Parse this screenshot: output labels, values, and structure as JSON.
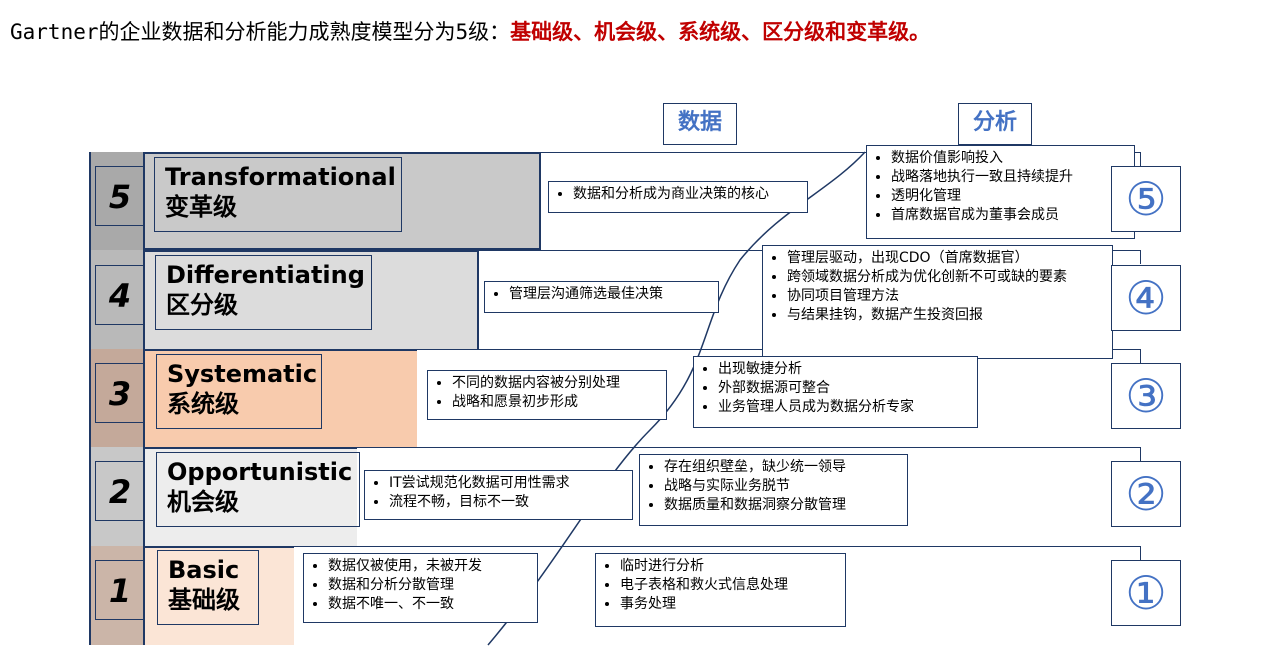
{
  "title": {
    "prefix": "Gartner的企业数据和分析能力成熟度模型分为5级：",
    "highlight": "基础级、机会级、系统级、区分级和变革级。"
  },
  "headers": {
    "data": "数据",
    "analysis": "分析"
  },
  "levels": [
    {
      "num": "5",
      "en": "Transformational",
      "zh": "变革级",
      "circle": "⑤",
      "data_items": [
        "数据和分析成为商业决策的核心"
      ],
      "analysis_items": [
        "数据价值影响投入",
        "战略落地执行一致且持续提升",
        "透明化管理",
        "首席数据官成为董事会成员"
      ]
    },
    {
      "num": "4",
      "en": "Differentiating",
      "zh": "区分级",
      "circle": "④",
      "data_items": [
        "管理层沟通筛选最佳决策"
      ],
      "analysis_items": [
        "管理层驱动，出现CDO（首席数据官）",
        "跨领域数据分析成为优化创新不可或缺的要素",
        "协同项目管理方法",
        "与结果挂钩，数据产生投资回报"
      ]
    },
    {
      "num": "3",
      "en": "Systematic",
      "zh": "系统级",
      "circle": "③",
      "data_items": [
        "不同的数据内容被分别处理",
        "战略和愿景初步形成"
      ],
      "analysis_items": [
        "出现敏捷分析",
        "外部数据源可整合",
        "业务管理人员成为数据分析专家"
      ]
    },
    {
      "num": "2",
      "en": "Opportunistic",
      "zh": "机会级",
      "circle": "②",
      "data_items": [
        "IT尝试规范化数据可用性需求",
        "流程不畅，目标不一致"
      ],
      "analysis_items": [
        "存在组织壁垒，缺少统一领导",
        "战略与实际业务脱节",
        "数据质量和数据洞察分散管理"
      ]
    },
    {
      "num": "1",
      "en": "Basic",
      "zh": "基础级",
      "circle": "①",
      "data_items": [
        "数据仅被使用，未被开发",
        "数据和分析分散管理",
        "数据不唯一、不一致"
      ],
      "analysis_items": [
        "临时进行分析",
        "电子表格和救火式信息处理",
        "事务处理"
      ]
    }
  ],
  "colors": {
    "accent": "#4472c4",
    "border": "#1f3864",
    "red": "#c00000"
  }
}
